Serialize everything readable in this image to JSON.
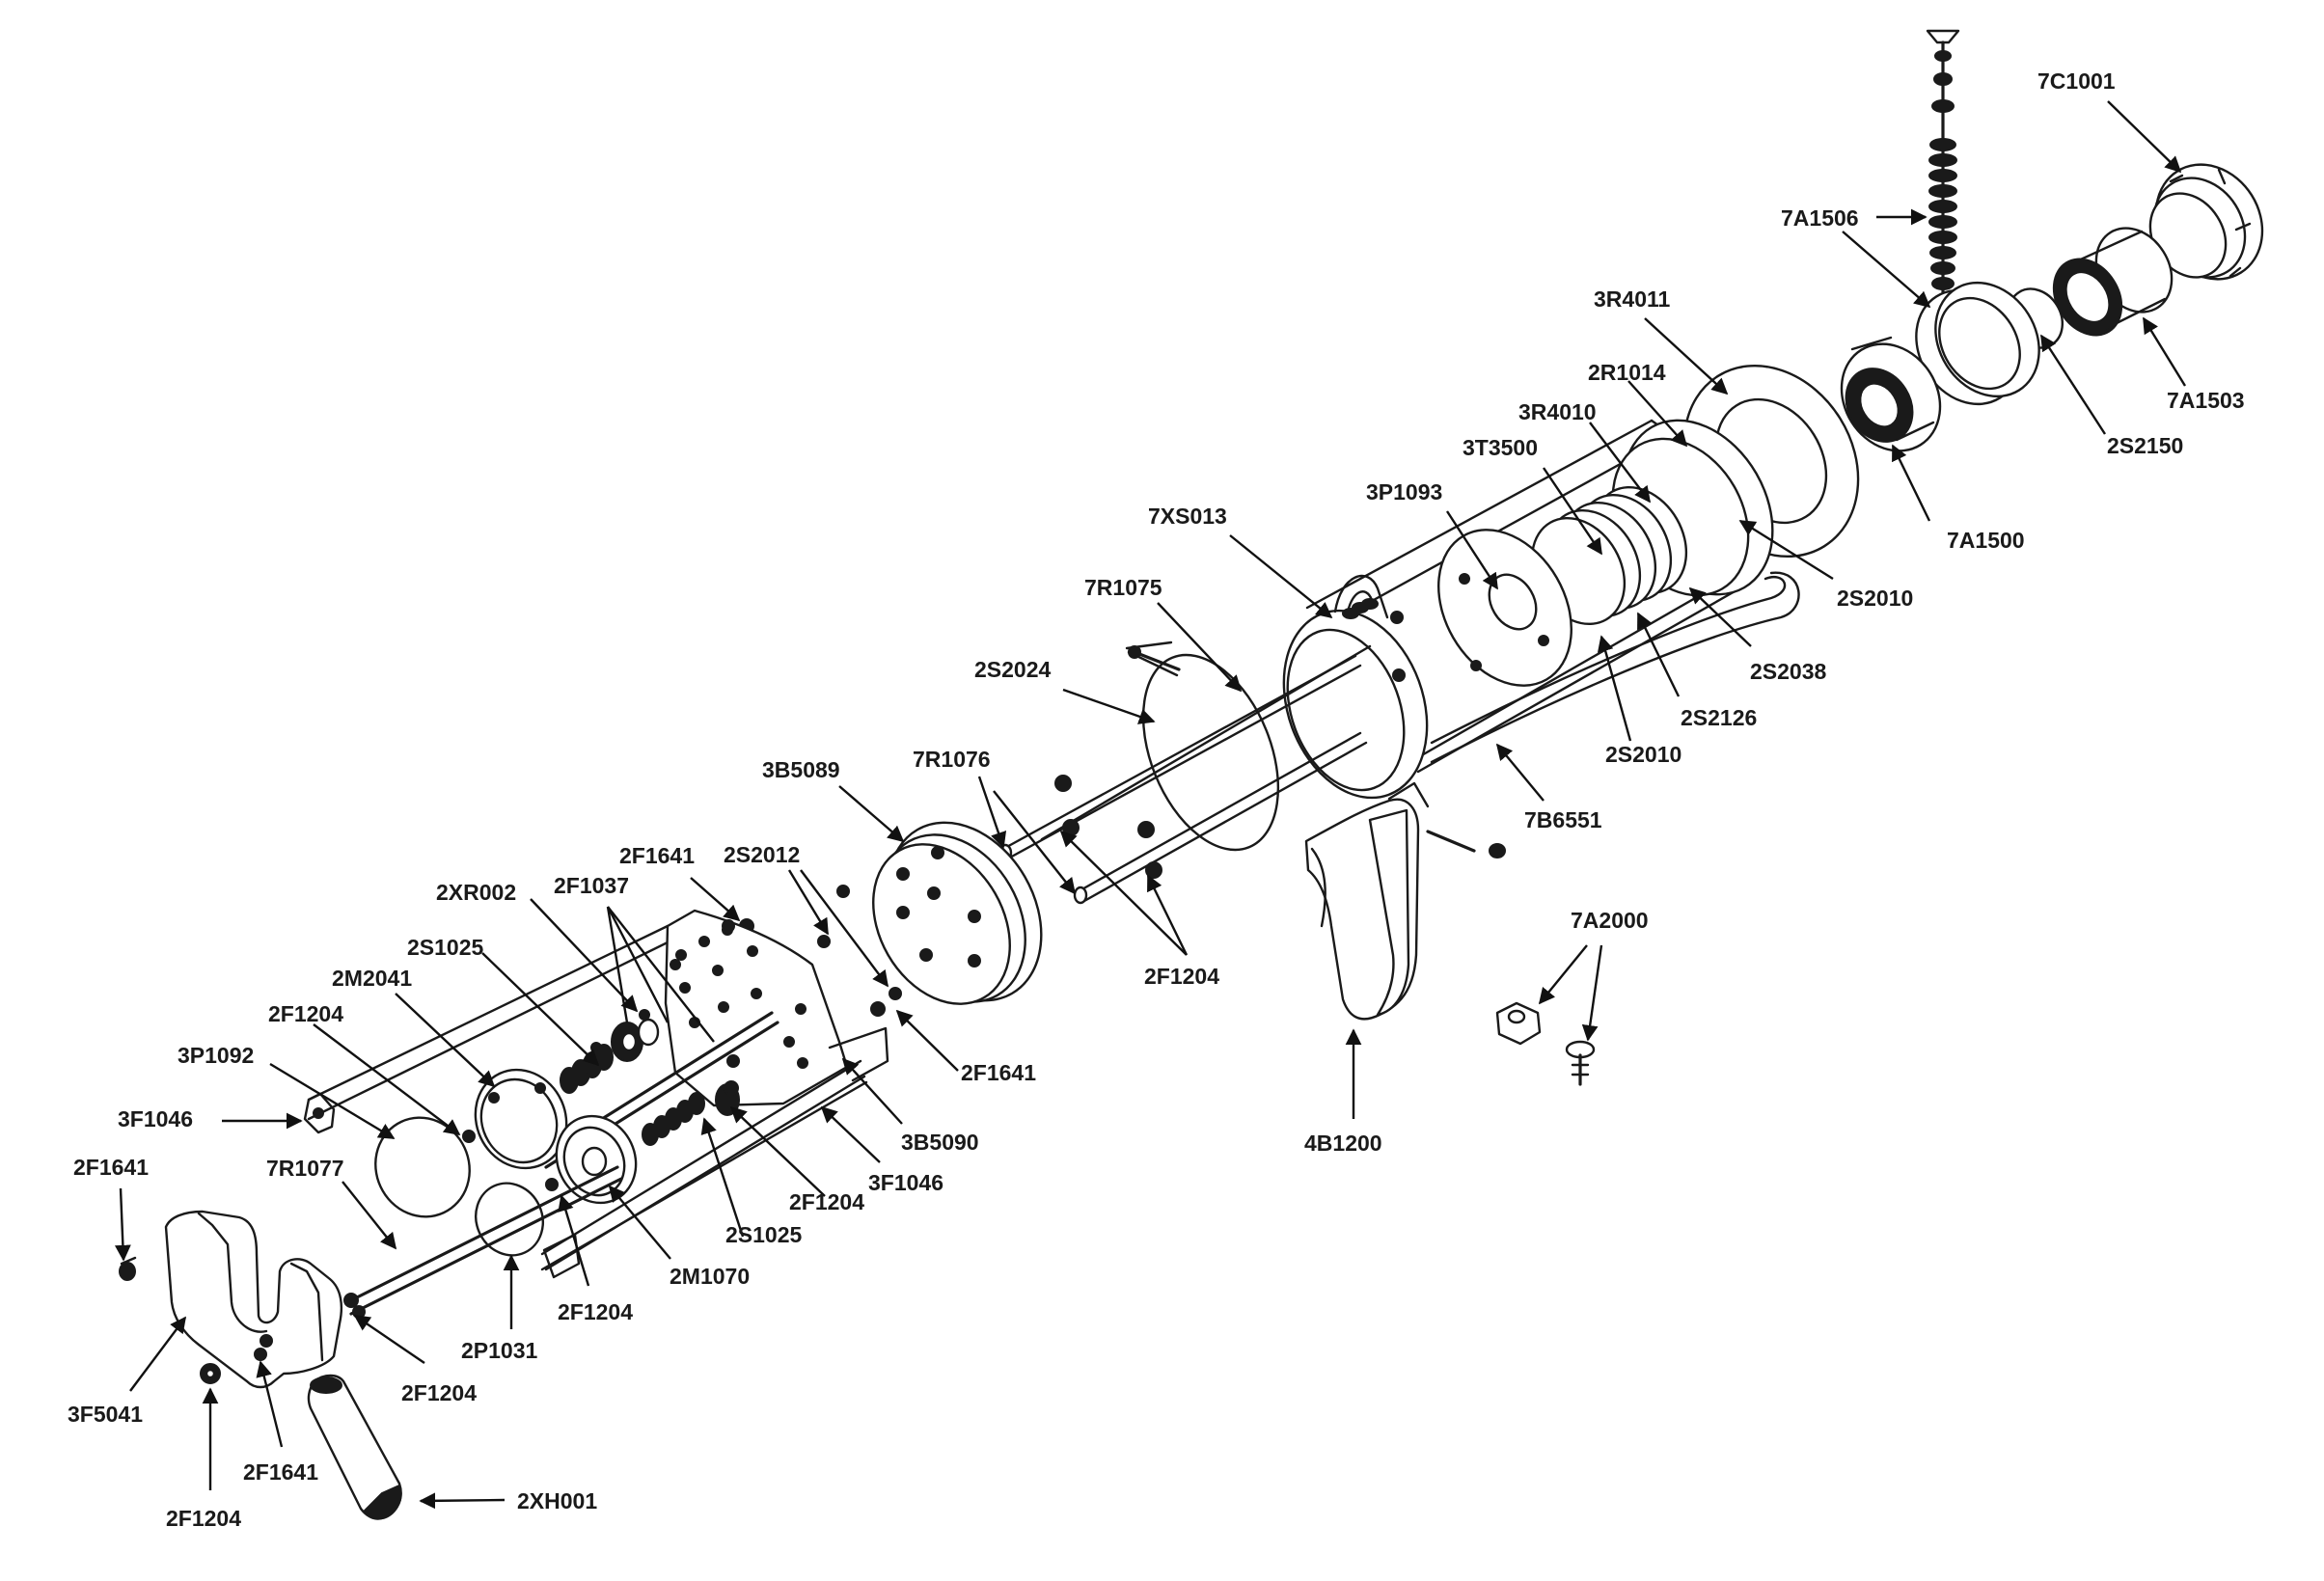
{
  "labels": [
    {
      "id": "7c1001",
      "text": "7C1001"
    },
    {
      "id": "7a1506",
      "text": "7A1506"
    },
    {
      "id": "3r4011",
      "text": "3R4011"
    },
    {
      "id": "7a1503",
      "text": "7A1503"
    },
    {
      "id": "2s2150",
      "text": "2S2150"
    },
    {
      "id": "2r1014",
      "text": "2R1014"
    },
    {
      "id": "3r4010",
      "text": "3R4010"
    },
    {
      "id": "7a1500",
      "text": "7A1500"
    },
    {
      "id": "3t3500",
      "text": "3T3500"
    },
    {
      "id": "3p1093",
      "text": "3P1093"
    },
    {
      "id": "7xs013",
      "text": "7XS013"
    },
    {
      "id": "2s2010-a",
      "text": "2S2010"
    },
    {
      "id": "7r1075",
      "text": "7R1075"
    },
    {
      "id": "2s2038",
      "text": "2S2038"
    },
    {
      "id": "2s2024",
      "text": "2S2024"
    },
    {
      "id": "2s2126",
      "text": "2S2126"
    },
    {
      "id": "2s2010-b",
      "text": "2S2010"
    },
    {
      "id": "3b5089",
      "text": "3B5089"
    },
    {
      "id": "7r1076",
      "text": "7R1076"
    },
    {
      "id": "7b6551",
      "text": "7B6551"
    },
    {
      "id": "2f1641-a",
      "text": "2F1641"
    },
    {
      "id": "2s2012",
      "text": "2S2012"
    },
    {
      "id": "2xr002",
      "text": "2XR002"
    },
    {
      "id": "2f1037",
      "text": "2F1037"
    },
    {
      "id": "7a2000",
      "text": "7A2000"
    },
    {
      "id": "2f1204-a",
      "text": "2F1204"
    },
    {
      "id": "2s1025-a",
      "text": "2S1025"
    },
    {
      "id": "2m2041",
      "text": "2M2041"
    },
    {
      "id": "2f1641-b",
      "text": "2F1641"
    },
    {
      "id": "2f1204-b",
      "text": "2F1204"
    },
    {
      "id": "3p1092",
      "text": "3P1092"
    },
    {
      "id": "3b5090",
      "text": "3B5090"
    },
    {
      "id": "4b1200",
      "text": "4B1200"
    },
    {
      "id": "3f1046-a",
      "text": "3F1046"
    },
    {
      "id": "3f1046-b",
      "text": "3F1046"
    },
    {
      "id": "2f1641-c",
      "text": "2F1641"
    },
    {
      "id": "7r1077",
      "text": "7R1077"
    },
    {
      "id": "2f1204-c",
      "text": "2F1204"
    },
    {
      "id": "2s1025-b",
      "text": "2S1025"
    },
    {
      "id": "2m1070",
      "text": "2M1070"
    },
    {
      "id": "2f1204-d",
      "text": "2F1204"
    },
    {
      "id": "2p1031",
      "text": "2P1031"
    },
    {
      "id": "2f1204-e",
      "text": "2F1204"
    },
    {
      "id": "3f5041",
      "text": "3F5041"
    },
    {
      "id": "2f1641-d",
      "text": "2F1641"
    },
    {
      "id": "2xh001",
      "text": "2XH001"
    },
    {
      "id": "2f1204-f",
      "text": "2F1204"
    }
  ]
}
